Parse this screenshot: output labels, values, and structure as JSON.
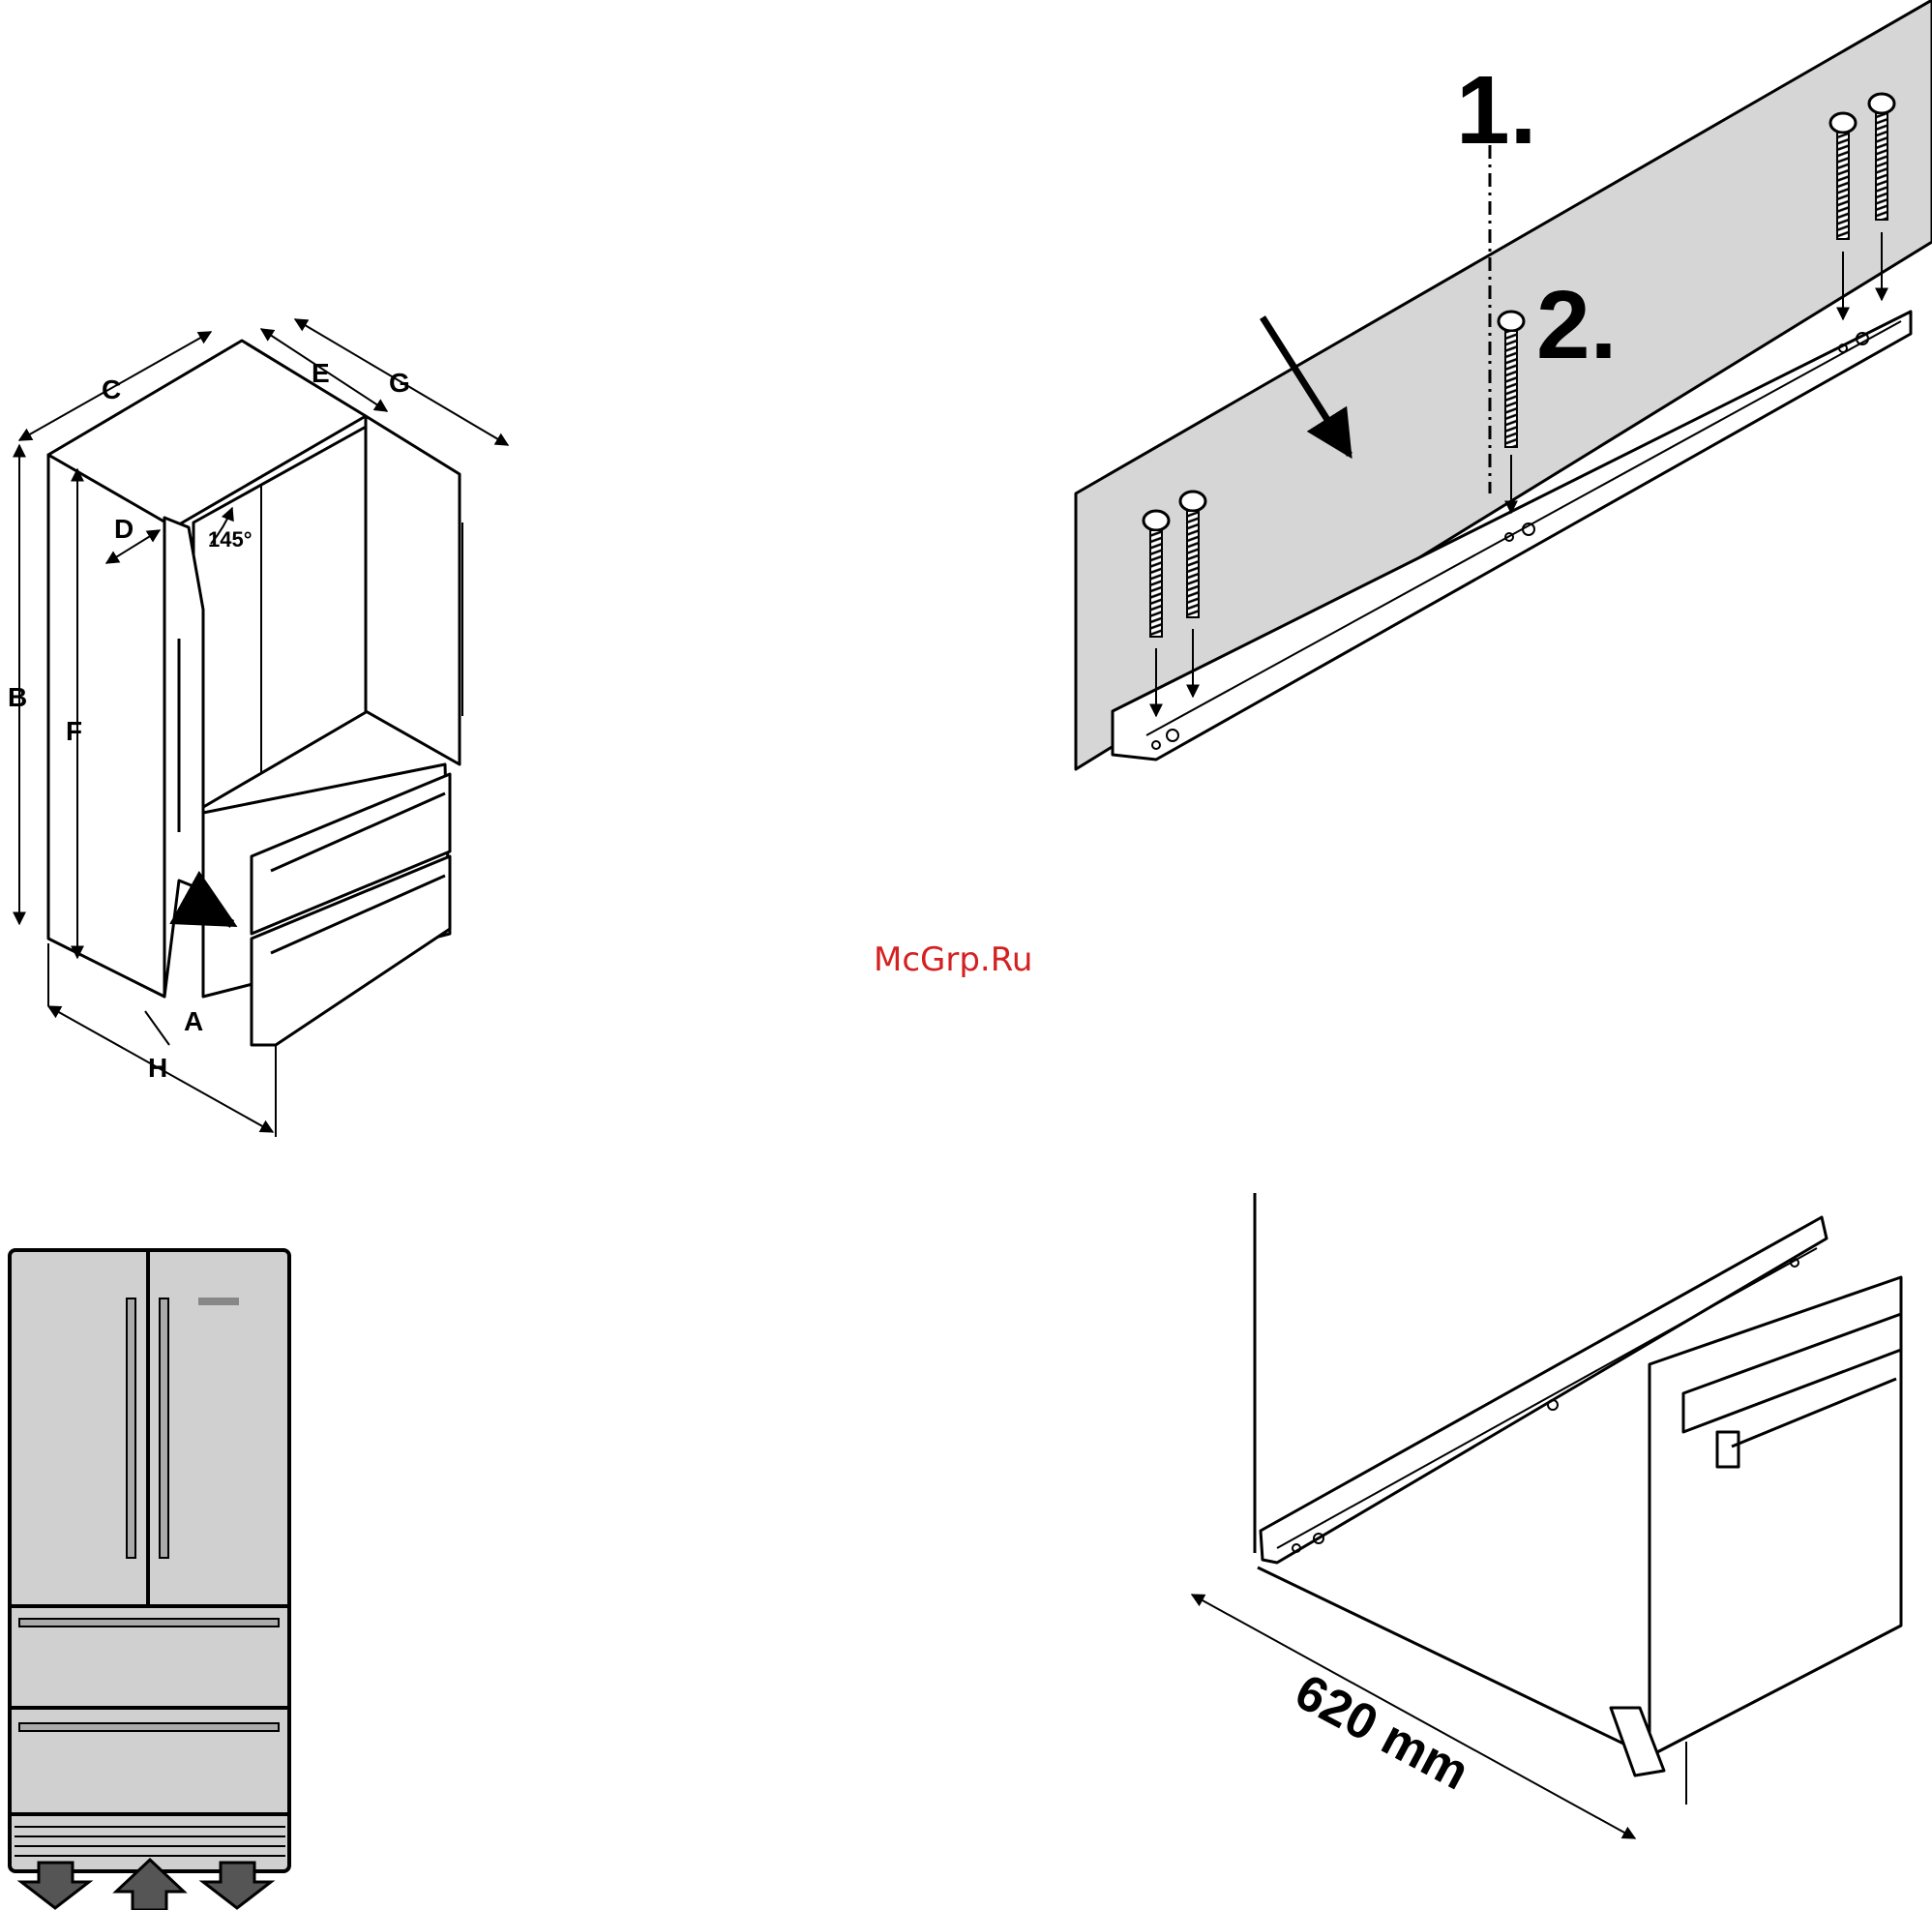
{
  "figure1": {
    "labels": {
      "A": "A",
      "B": "B",
      "C": "C",
      "D": "D",
      "E": "E",
      "F": "F",
      "G": "G",
      "H": "H",
      "angle": "145°"
    }
  },
  "figure2": {
    "step1": "1.",
    "step2": "2."
  },
  "figure4": {
    "depth": "620 mm"
  },
  "watermark": "McGrp.Ru",
  "colors": {
    "wall_gray": "#d6d6d6",
    "appliance_gray": "#d0d0d0",
    "watermark_red": "#d42020"
  }
}
